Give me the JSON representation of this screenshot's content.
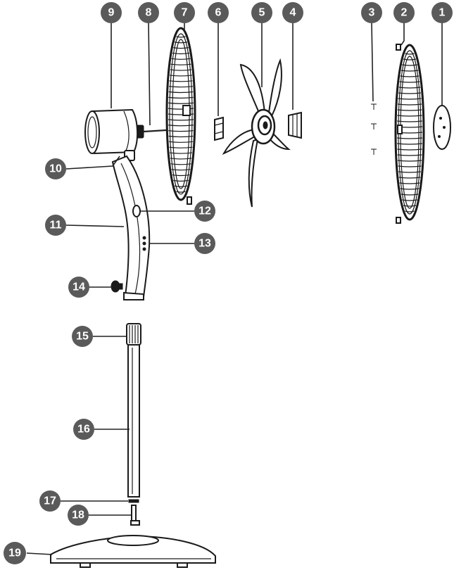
{
  "diagram": {
    "callouts": [
      {
        "id": "callout-1",
        "label": "1"
      },
      {
        "id": "callout-2",
        "label": "2"
      },
      {
        "id": "callout-3",
        "label": "3"
      },
      {
        "id": "callout-4",
        "label": "4"
      },
      {
        "id": "callout-5",
        "label": "5"
      },
      {
        "id": "callout-6",
        "label": "6"
      },
      {
        "id": "callout-7",
        "label": "7"
      },
      {
        "id": "callout-8",
        "label": "8"
      },
      {
        "id": "callout-9",
        "label": "9"
      },
      {
        "id": "callout-10",
        "label": "10"
      },
      {
        "id": "callout-11",
        "label": "11"
      },
      {
        "id": "callout-12",
        "label": "12"
      },
      {
        "id": "callout-13",
        "label": "13"
      },
      {
        "id": "callout-14",
        "label": "14"
      },
      {
        "id": "callout-15",
        "label": "15"
      },
      {
        "id": "callout-16",
        "label": "16"
      },
      {
        "id": "callout-17",
        "label": "17"
      },
      {
        "id": "callout-18",
        "label": "18"
      },
      {
        "id": "callout-19",
        "label": "19"
      }
    ]
  }
}
